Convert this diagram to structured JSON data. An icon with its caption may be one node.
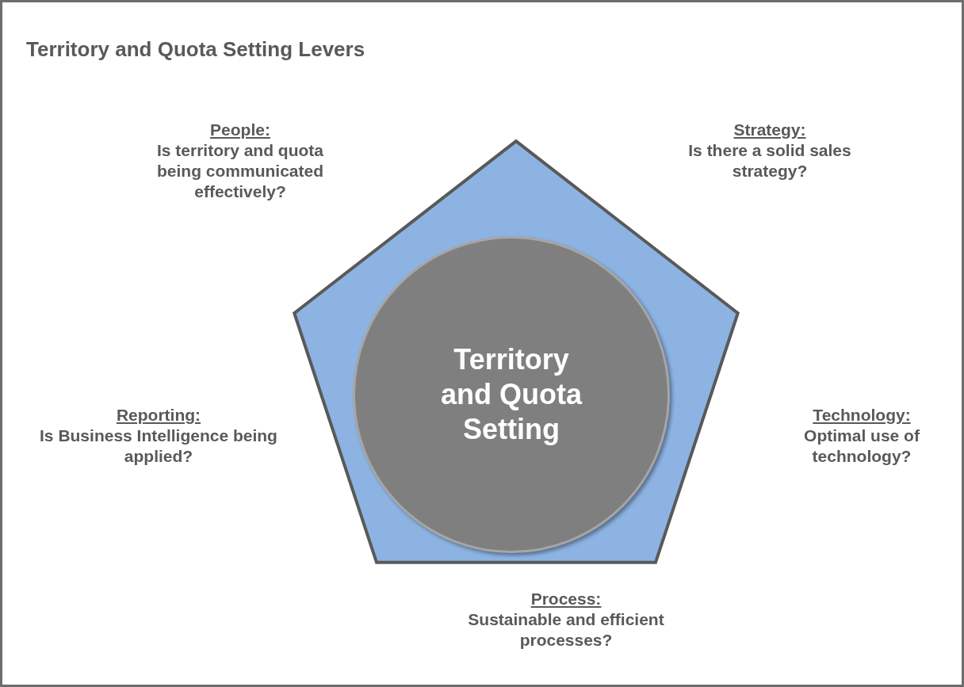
{
  "diagram": {
    "title": "Territory and Quota Setting Levers",
    "nodes": [
      {
        "text": [],
        "shape": "pentagon"
      },
      {
        "text": [
          "Territory and Quota Setting"
        ],
        "in": 0
      }
    ],
    "edges": [],
    "labels": [
      "People:",
      "Is territory and quota being communicated effectively?",
      "Strategy:",
      "Is there a solid sales strategy?",
      "Reporting:",
      "Is Business Intelligence being applied?",
      "Technology:",
      "Optimal use of technology?",
      "Process:",
      "Sustainable and efficient processes?"
    ]
  }
}
